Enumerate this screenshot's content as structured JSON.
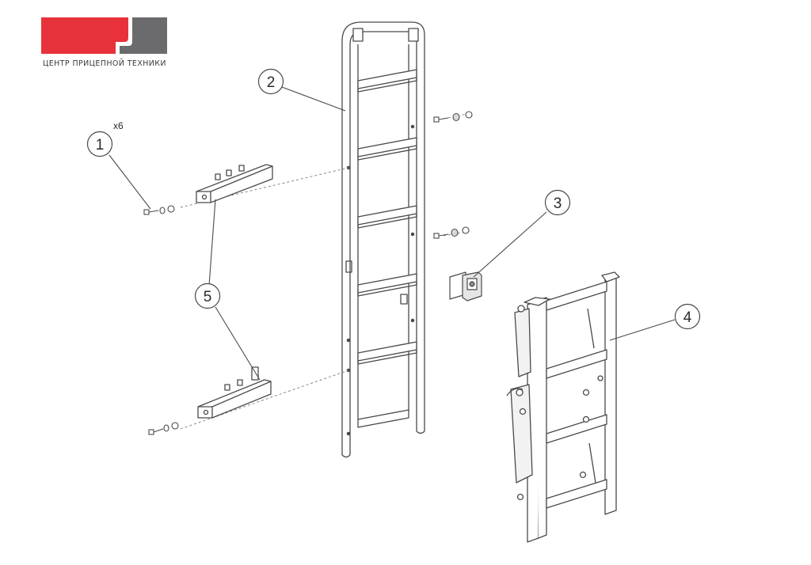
{
  "logo": {
    "caption": "ЦЕНТР ПРИЦЕПНОЙ ТЕХНИКИ",
    "colors": {
      "red": "#e8323b",
      "gray": "#6b6b6d"
    }
  },
  "callouts": [
    {
      "number": "1",
      "part": "bolt-washer-nut"
    },
    {
      "number": "2",
      "part": "main-ladder"
    },
    {
      "number": "3",
      "part": "hinge-bracket"
    },
    {
      "number": "4",
      "part": "folding-ladder"
    },
    {
      "number": "5",
      "part": "wall-bracket"
    }
  ],
  "quantity_note": "x6",
  "line_color": "#4a4a4a"
}
